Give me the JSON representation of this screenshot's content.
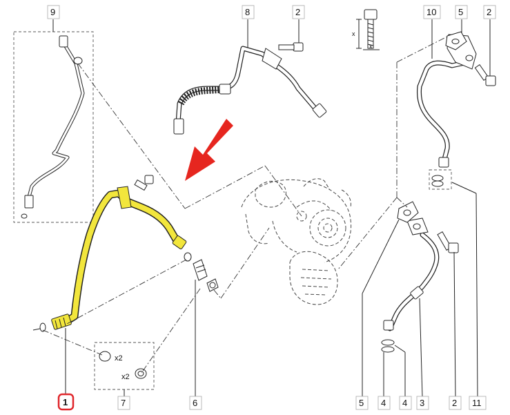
{
  "title": "",
  "highlight_color": "#f2e63c",
  "arrow_color": "#e6261f",
  "selected_callout_color": "#e0262b",
  "callouts": {
    "c9": "9",
    "c8": "8",
    "c2_top": "2",
    "c10": "10",
    "c5_top": "5",
    "c2_topright": "2",
    "c1": "1",
    "c7": "7",
    "c6": "6",
    "c5_bottom": "5",
    "c4_a": "4",
    "c4_b": "4",
    "c3": "3",
    "c2_bottom": "2",
    "c11": "11"
  },
  "quantities": {
    "oring_qty": "x2",
    "washer_qty": "x2"
  },
  "dimension_labels": {
    "bolt_x1": "x",
    "bolt_x2": "x"
  }
}
